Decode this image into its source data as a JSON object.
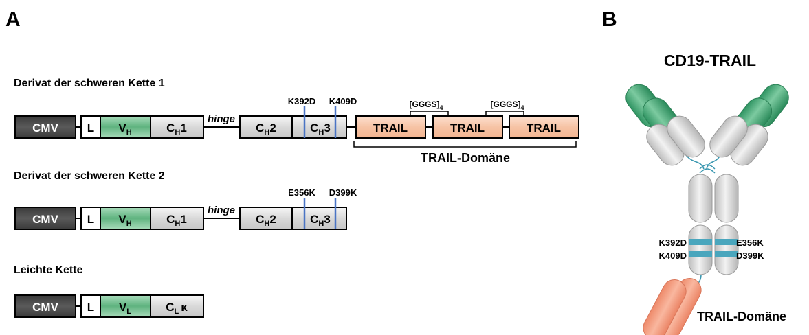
{
  "panels": {
    "a": "A",
    "b": "B"
  },
  "constructs": [
    {
      "title": "Derivat der schweren Kette 1",
      "promoter": "CMV",
      "leader": "L",
      "variable": {
        "main": "V",
        "sub": "H"
      },
      "constant1": {
        "main": "C",
        "sub": "H",
        "suffix": "1"
      },
      "hinge": "hinge",
      "constant2": {
        "main": "C",
        "sub": "H",
        "suffix": "2"
      },
      "constant3": {
        "main": "C",
        "sub": "H",
        "suffix": "3"
      },
      "mutations": [
        "K392D",
        "K409D"
      ],
      "trail_units": [
        "TRAIL",
        "TRAIL",
        "TRAIL"
      ],
      "linkers": [
        {
          "main": "[GGGS]",
          "sub": "4"
        },
        {
          "main": "[GGGS]",
          "sub": "4"
        }
      ],
      "domain_label": "TRAIL-Domäne"
    },
    {
      "title": "Derivat der schweren Kette 2",
      "promoter": "CMV",
      "leader": "L",
      "variable": {
        "main": "V",
        "sub": "H"
      },
      "constant1": {
        "main": "C",
        "sub": "H",
        "suffix": "1"
      },
      "hinge": "hinge",
      "constant2": {
        "main": "C",
        "sub": "H",
        "suffix": "2"
      },
      "constant3": {
        "main": "C",
        "sub": "H",
        "suffix": "3"
      },
      "mutations": [
        "E356K",
        "D399K"
      ]
    },
    {
      "title": "Leichte Kette",
      "promoter": "CMV",
      "leader": "L",
      "variable": {
        "main": "V",
        "sub": "L"
      },
      "constant": {
        "main": "C",
        "sub": "L",
        "suffix": "κ"
      }
    }
  ],
  "molecule": {
    "title": "CD19-TRAIL",
    "left_mutations": [
      "K392D",
      "K409D"
    ],
    "right_mutations": [
      "E356K",
      "D399K"
    ],
    "domain_label": "TRAIL-Domäne"
  },
  "colors": {
    "cmv": "#4d4d4d",
    "variable": "#5fb37f",
    "constant": "#d4d4d4",
    "trail": "#f6c3a5",
    "mutation_line": "#4a74c4",
    "mutation_band": "#4aa6bd",
    "trail_molecule": "#f2997c"
  }
}
